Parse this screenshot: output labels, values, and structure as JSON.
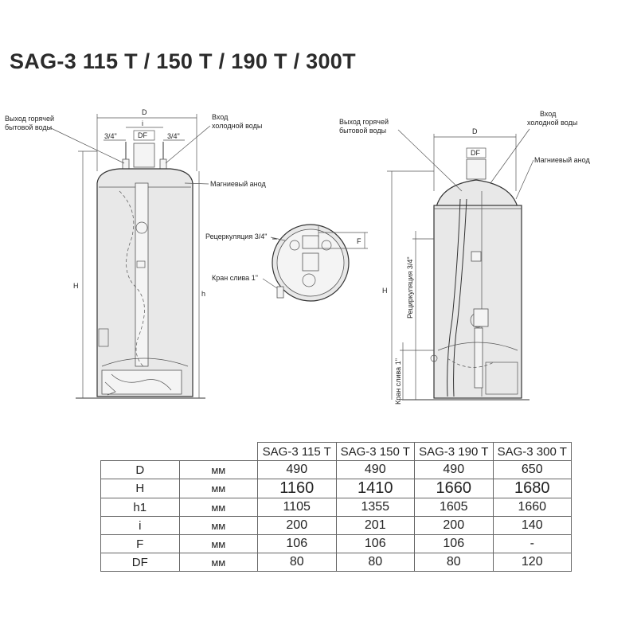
{
  "title": "SAG-3 115 T / 150 T / 190 T / 300T",
  "left_drawing": {
    "labels": {
      "hot_water_outlet_1": "Выход горячей",
      "hot_water_outlet_2": "бытовой воды",
      "cold_water_inlet_1": "Вход",
      "cold_water_inlet_2": "холодной воды",
      "magnesium_anode": "Магниевый анод",
      "dim_D": "D",
      "dim_i": "i",
      "dim_DF": "DF",
      "dim_left_pipe": "3/4\"",
      "dim_right_pipe": "3/4\"",
      "dim_H": "H",
      "dim_h": "h"
    }
  },
  "top_view": {
    "labels": {
      "recirculation": "Рецеркуляция 3/4\"",
      "drain_valve": "Кран слива 1\"",
      "dim_F": "F"
    }
  },
  "right_drawing": {
    "labels": {
      "hot_water_outlet_1": "Выход горячей",
      "hot_water_outlet_2": "бытовой воды",
      "cold_water_inlet_1": "Вход",
      "cold_water_inlet_2": "холодной воды",
      "magnesium_anode": "Магниевый анод",
      "dim_D": "D",
      "dim_DF": "DF",
      "dim_H": "H",
      "recirculation_vertical": "Рециркуляция 3/4\"",
      "drain_valve_vertical": "Кран слива 1\""
    }
  },
  "spec_table": {
    "columns": [
      "SAG-3 115 T",
      "SAG-3 150 T",
      "SAG-3 190 T",
      "SAG-3 300 T"
    ],
    "rows": [
      {
        "param": "D",
        "unit": "мм",
        "values": [
          "490",
          "490",
          "490",
          "650"
        ]
      },
      {
        "param": "H",
        "unit": "мм",
        "values": [
          "1160",
          "1410",
          "1660",
          "1680"
        ]
      },
      {
        "param": "h1",
        "unit": "мм",
        "values": [
          "1105",
          "1355",
          "1605",
          "1660"
        ]
      },
      {
        "param": "i",
        "unit": "мм",
        "values": [
          "200",
          "201",
          "200",
          "140"
        ]
      },
      {
        "param": "F",
        "unit": "мм",
        "values": [
          "106",
          "106",
          "106",
          "-"
        ]
      },
      {
        "param": "DF",
        "unit": "мм",
        "values": [
          "80",
          "80",
          "80",
          "120"
        ]
      }
    ]
  }
}
